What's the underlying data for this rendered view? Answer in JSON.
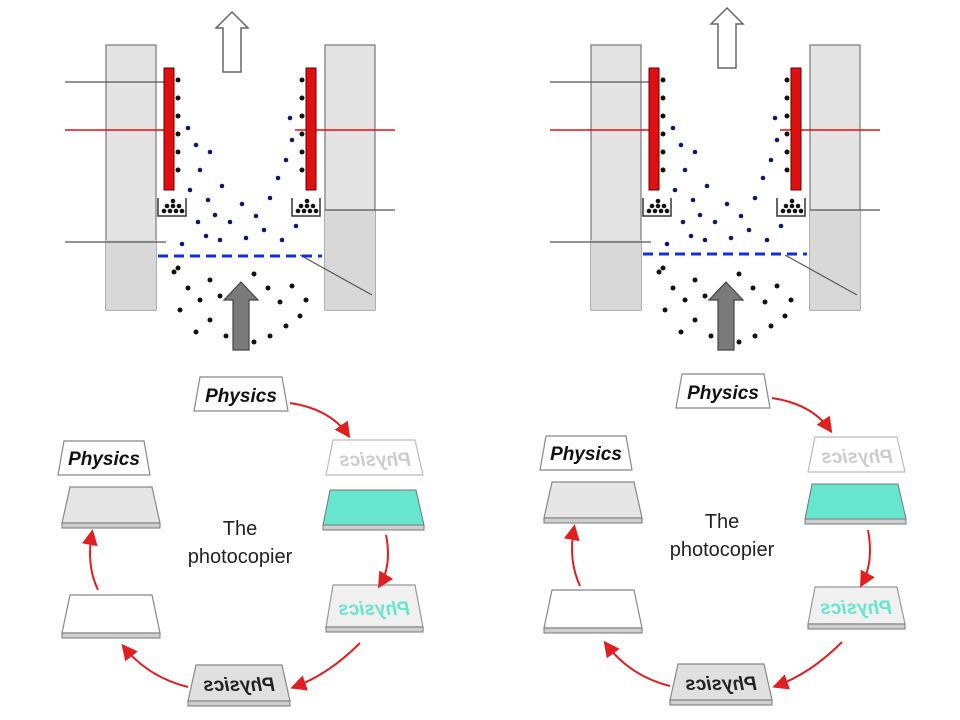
{
  "colors": {
    "plate": "#e4e4e4",
    "plate_stroke": "#7a7a7a",
    "electrode": "#e01010",
    "grid": "#1030e0",
    "ion": "#0a1a70",
    "toner": "#111111",
    "arrow_dark": "#7a7a7a",
    "arrow_red": "#e02020",
    "cyan": "#66e6cc"
  },
  "icons": {
    "up_arrow_outline": "up-arrow-outline-icon",
    "up_arrow_solid": "up-arrow-solid-icon"
  },
  "cycle": {
    "word": "Physics",
    "caption_line1": "The",
    "caption_line2": "photocopier"
  }
}
